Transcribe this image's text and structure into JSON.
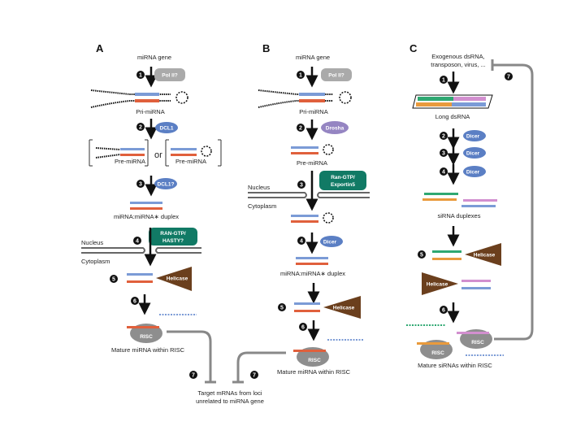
{
  "figure": {
    "panels": {
      "A": {
        "label": "A",
        "source": "miRNA gene",
        "steps": [
          "1",
          "2",
          "3",
          "4",
          "5",
          "6",
          "7"
        ],
        "pol": "Pol II?",
        "pri": "Pri-miRNA",
        "enzyme2": "DCL1",
        "pre_left": "Pre-miRNA",
        "or": "or",
        "pre_right": "Pre-miRNA",
        "enzyme3": "DCL1?",
        "duplex": "miRNA:miRNA∗ duplex",
        "exporter": [
          "RAN-GTP/",
          "HASTY?"
        ],
        "nucleus": "Nucleus",
        "cytoplasm": "Cytoplasm",
        "helicase": "Helicase",
        "risc": "RISC",
        "mature": "Mature miRNA within RISC"
      },
      "B": {
        "label": "B",
        "source": "miRNA gene",
        "pol": "Pol II?",
        "pri": "Pri-miRNA",
        "enzyme2": "Drosha",
        "pre": "Pre-miRNA",
        "exporter": [
          "Ran-GTP/",
          "Exportin5"
        ],
        "nucleus": "Nucleus",
        "cytoplasm": "Cytoplasm",
        "enzyme4": "Dicer",
        "duplex": "miRNA:miRNA∗ duplex",
        "helicase": "Helicase",
        "risc": "RISC",
        "mature": "Mature miRNA within RISC"
      },
      "C": {
        "label": "C",
        "source": [
          "Exogenous dsRNA,",
          "transposon, virus, ..."
        ],
        "long": "Long dsRNA",
        "dicer": "Dicer",
        "sirna": "siRNA duplexes",
        "helicase": "Helicase",
        "risc": "RISC",
        "mature": "Mature siRNAs within RISC"
      }
    },
    "target": [
      "Target mRNAs from loci",
      "unrelated to miRNA gene"
    ],
    "colors": {
      "pol": "#aaaaaa",
      "dcl": "#5b7fc4",
      "drosha": "#9585c2",
      "exporter": "#117a65",
      "helicase": "#6b3f1d",
      "risc": "#8e8e8e",
      "strand_blue": "#7b9bd6",
      "strand_red": "#e0603c",
      "strand_green": "#2fa872",
      "strand_orange": "#e99a3c",
      "strand_pink": "#d28fcf"
    }
  }
}
